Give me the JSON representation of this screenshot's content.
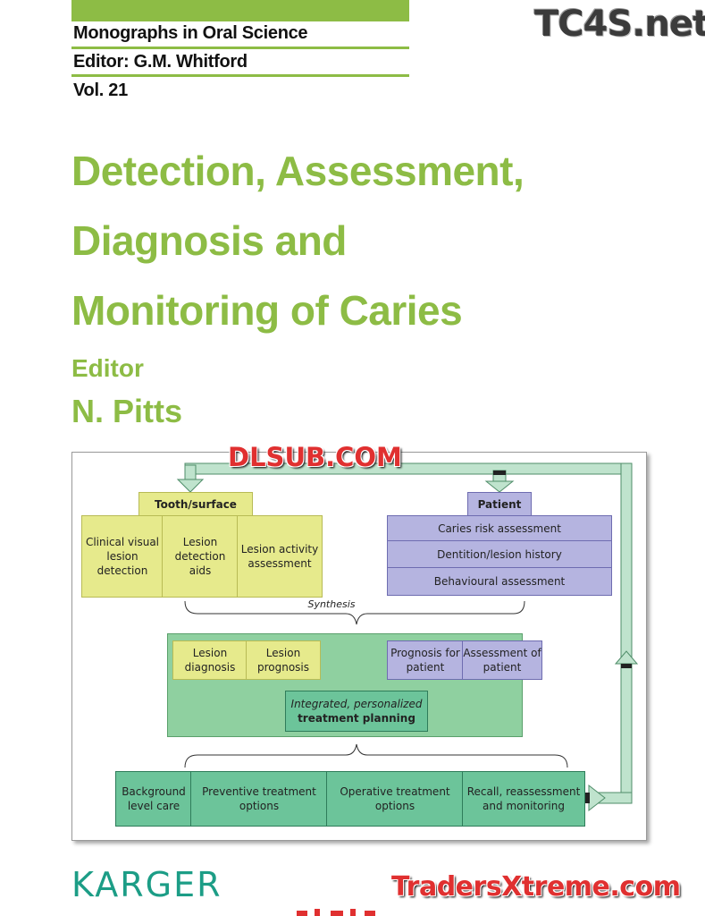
{
  "series": {
    "name": "Monographs in Oral Science",
    "editor_line": "Editor: G.M. Whitford",
    "volume": "Vol. 21"
  },
  "title": {
    "line1": "Detection, Assessment,",
    "line2": "Diagnosis and",
    "line3": "Monitoring of Caries"
  },
  "editor": {
    "label": "Editor",
    "name": "N. Pitts"
  },
  "figure": {
    "tooth_header": "Tooth/surface",
    "patient_header": "Patient",
    "tooth_boxes": [
      "Clinical visual lesion detection",
      "Lesion detection aids",
      "Lesion activity assessment"
    ],
    "patient_boxes": [
      "Caries risk assessment",
      "Dentition/lesion history",
      "Behavioural assessment"
    ],
    "synthesis": "Synthesis",
    "lesion_boxes": [
      "Lesion diagnosis",
      "Lesion prognosis"
    ],
    "patient_prog_boxes": [
      "Prognosis for patient",
      "Assessment of patient"
    ],
    "integrated_line1": "Integrated, personalized",
    "integrated_line2": "treatment planning",
    "bottom_boxes": [
      "Background level care",
      "Preventive treatment options",
      "Operative treatment options",
      "Recall, reassessment and monitoring"
    ]
  },
  "publisher": "KARGER",
  "watermarks": {
    "top_right": "TC4S.net",
    "figure_top": "DLSUB.COM",
    "bottom_right": "TradersXtreme.com"
  },
  "colors": {
    "accent_green": "#8dbc45",
    "publisher_teal": "#1c9d86",
    "watermark_red": "#e03030"
  }
}
